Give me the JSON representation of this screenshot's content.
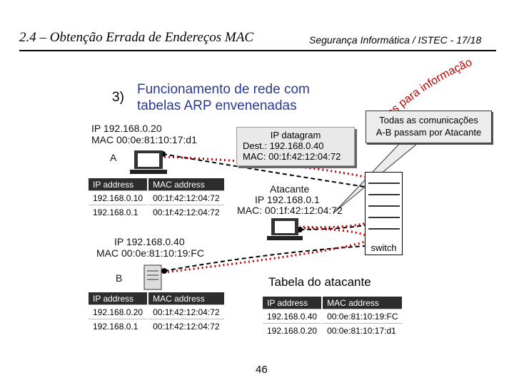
{
  "header": {
    "title": "2.4 – Obtenção Errada de Endereços MAC",
    "right": "Segurança Informática / ISTEC  -  17/18"
  },
  "slide": {
    "step_number": "3)",
    "step_line1": "Funcionamento de rede com",
    "step_line2": "tabelas ARP envenenadas",
    "page_number": "46"
  },
  "callout": {
    "line1": "Todas as comunicações",
    "line2": "A-B passam por Atacante",
    "curved_text": "Apenas para informação"
  },
  "host_a": {
    "ip": "IP 192.168.0.20",
    "mac": "MAC 00:0e:81:10:17:d1",
    "label": "A",
    "table": {
      "headers": [
        "IP address",
        "MAC address"
      ],
      "rows": [
        [
          "192.168.0.10",
          "00:1f:42:12:04:72"
        ],
        [
          "192.168.0.1",
          "00:1f:42:12:04:72"
        ]
      ]
    }
  },
  "datagram": {
    "title": "IP datagram",
    "dest": "Dest.: 192.168.0.40",
    "mac": "MAC: 00:1f:42:12:04:72"
  },
  "attacker": {
    "title": "Atacante",
    "ip": "IP 192.168.0.1",
    "mac": "MAC: 00:1f:42:12:04:72"
  },
  "switch": {
    "label": "switch"
  },
  "host_b": {
    "ip": "IP 192.168.0.40",
    "mac": "MAC 00:0e:81:10:19:FC",
    "label": "B",
    "table": {
      "headers": [
        "IP address",
        "MAC address"
      ],
      "rows": [
        [
          "192.168.0.20",
          "00:1f:42:12:04:72"
        ],
        [
          "192.168.0.1",
          "00:1f:42:12:04:72"
        ]
      ]
    }
  },
  "attacker_table": {
    "title": "Tabela do atacante",
    "headers": [
      "IP address",
      "MAC address"
    ],
    "rows": [
      [
        "192.168.0.40",
        "00:0e:81:10:19:FC"
      ],
      [
        "192.168.0.20",
        "00:0e:81:10:17:d1"
      ]
    ]
  },
  "colors": {
    "accent_text": "#2a3a8f",
    "arrow": "#c00000",
    "header_bg": "#2d2d2d"
  }
}
